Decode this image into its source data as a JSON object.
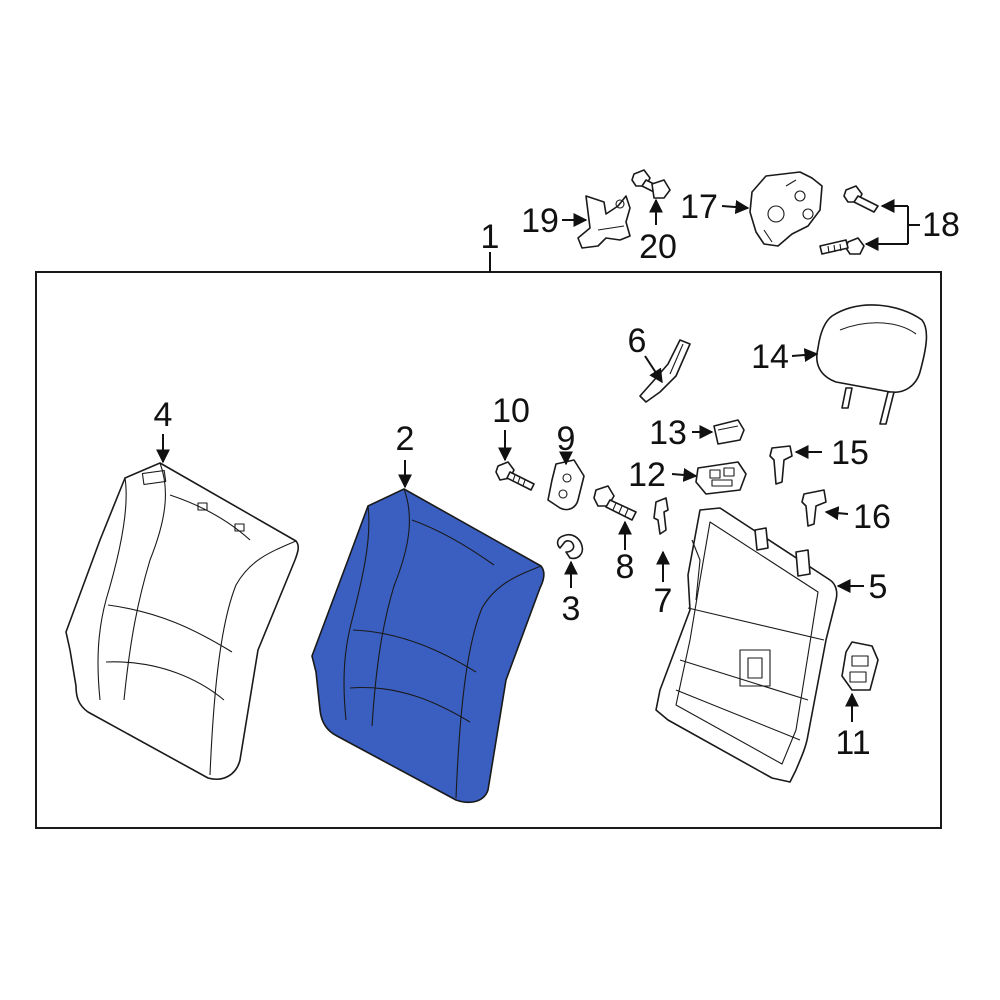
{
  "diagram": {
    "highlight_color": "#3a5fc0",
    "callouts": {
      "c1": "1",
      "c2": "2",
      "c3": "3",
      "c4": "4",
      "c5": "5",
      "c6": "6",
      "c7": "7",
      "c8": "8",
      "c9": "9",
      "c10": "10",
      "c11": "11",
      "c12": "12",
      "c13": "13",
      "c14": "14",
      "c15": "15",
      "c16": "16",
      "c17": "17",
      "c18": "18",
      "c19": "19",
      "c20": "20"
    }
  }
}
